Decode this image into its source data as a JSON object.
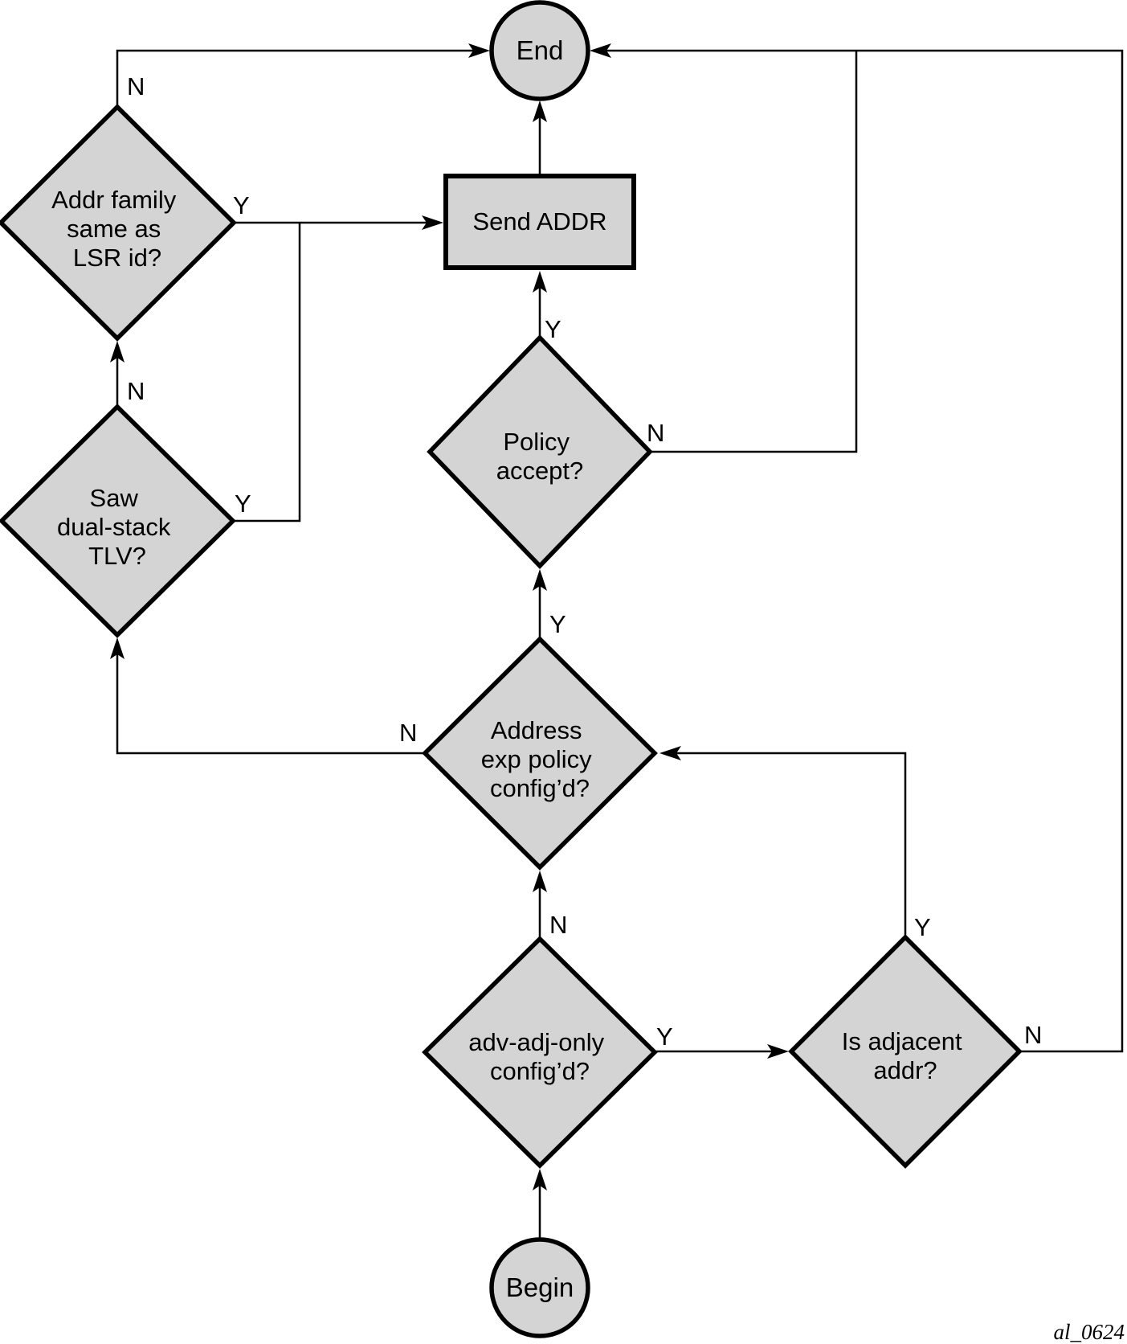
{
  "figure_id": "al_0624",
  "colors": {
    "background": "#ffffff",
    "node_fill": "#d4d4d4",
    "node_stroke": "#000000",
    "connector": "#000000",
    "text": "#000000"
  },
  "nodes": {
    "begin": {
      "type": "terminal-circle",
      "label": "Begin"
    },
    "end": {
      "type": "terminal-circle",
      "label": "End"
    },
    "send_addr": {
      "type": "process",
      "label": "Send ADDR"
    },
    "addr_family": {
      "type": "decision",
      "lines": [
        "Addr family",
        "same as",
        "LSR id?"
      ]
    },
    "saw_dual_stack": {
      "type": "decision",
      "lines": [
        "Saw",
        "dual-stack",
        "TLV?"
      ]
    },
    "policy_accept": {
      "type": "decision",
      "lines": [
        "Policy",
        "accept?"
      ]
    },
    "addr_exp_policy": {
      "type": "decision",
      "lines": [
        "Address",
        "exp policy",
        "config’d?"
      ]
    },
    "adv_adj_only": {
      "type": "decision",
      "lines": [
        "adv-adj-only",
        "config’d?"
      ]
    },
    "is_adjacent": {
      "type": "decision",
      "lines": [
        "Is adjacent",
        "addr?"
      ]
    }
  },
  "edge_labels": {
    "addr_family_n": "N",
    "addr_family_y": "Y",
    "saw_dual_stack_n": "N",
    "saw_dual_stack_y": "Y",
    "policy_accept_y": "Y",
    "policy_accept_n": "N",
    "addr_exp_policy_y": "Y",
    "addr_exp_policy_n": "N",
    "adv_adj_only_n": "N",
    "adv_adj_only_y": "Y",
    "is_adjacent_y": "Y",
    "is_adjacent_n": "N"
  }
}
